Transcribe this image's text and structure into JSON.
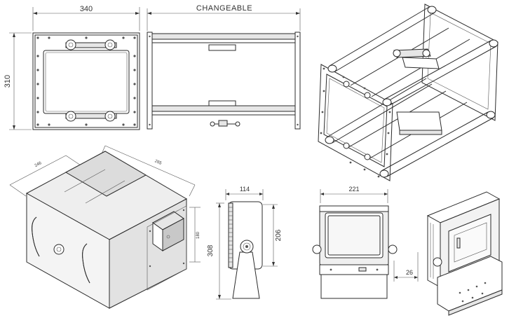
{
  "dimensions": {
    "frame_width": "340",
    "frame_length": "CHANGEABLE",
    "frame_height": "310",
    "box_depth": "246",
    "box_width": "265",
    "box_height": "180",
    "side_depth": "114",
    "side_height": "308",
    "side_inner_height": "206",
    "front_width": "221",
    "front_offset": "26"
  }
}
